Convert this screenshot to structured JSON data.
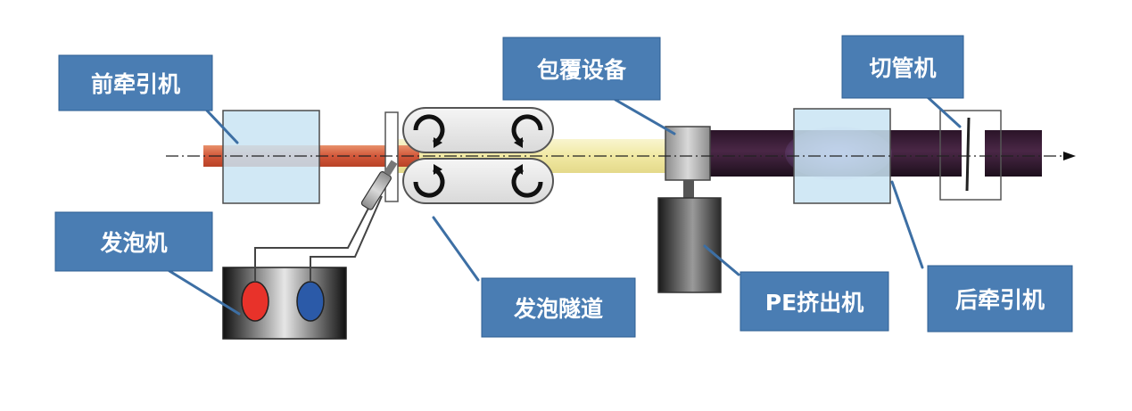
{
  "diagram": {
    "labels": {
      "front_puller": "前牵引机",
      "foaming_machine": "发泡机",
      "foaming_tunnel": "发泡隧道",
      "coating_equipment": "包覆设备",
      "pe_extruder": "PE挤出机",
      "pipe_cutter": "切管机",
      "rear_puller": "后牵引机"
    },
    "colors": {
      "label_box": "#4a7db3",
      "pipe_copper": "#d2573a",
      "foam_layer": "#f4f0b8",
      "pe_jacket": "#3c1e38",
      "tank_red": "#e8322a",
      "tank_blue": "#2b5aa8",
      "frame_light_blue": "#c9e4f3"
    }
  }
}
